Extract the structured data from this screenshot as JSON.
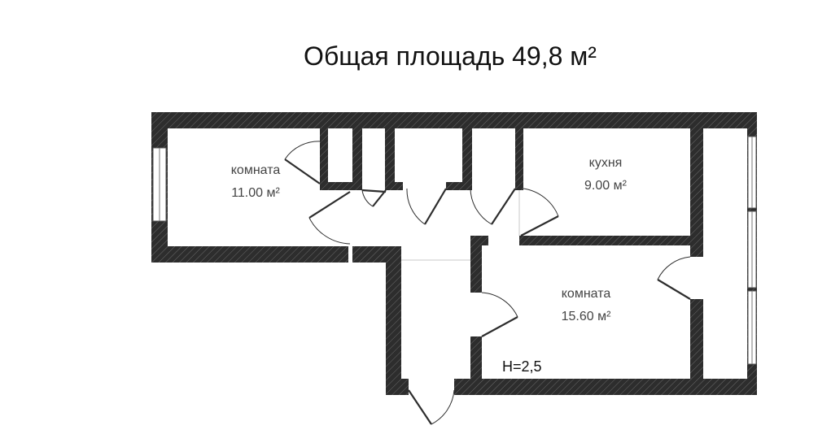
{
  "title": "Общая площадь 49,8 м²",
  "rooms": [
    {
      "id": "room-left",
      "name": "комната",
      "area": "11.00 м²"
    },
    {
      "id": "kitchen",
      "name": "кухня",
      "area": "9.00 м²"
    },
    {
      "id": "room-big",
      "name": "комната",
      "area": "15.60 м²"
    }
  ],
  "ceiling_height": "H=2,5",
  "colors": {
    "wall": "#2d2d2d",
    "hatch": "#6a6a6a",
    "background": "#ffffff"
  }
}
